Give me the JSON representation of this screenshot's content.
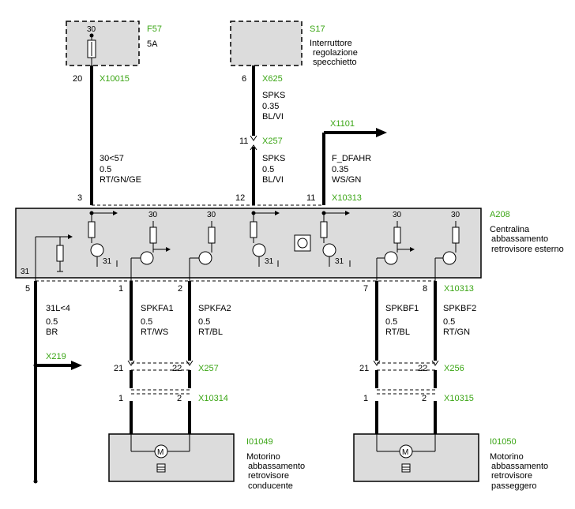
{
  "fuse": {
    "id": "F57",
    "rating": "5A",
    "terminal": "30",
    "pin": "20",
    "connector": "X10015"
  },
  "switch": {
    "id": "S17",
    "desc_lines": [
      "Interruttore",
      "regolazione",
      "specchietto"
    ],
    "pin": "6",
    "connector": "X625"
  },
  "wire_fuse": {
    "signal": "30<57",
    "gauge": "0.5",
    "color": "RT/GN/GE"
  },
  "wire_spks_top": {
    "signal": "SPKS",
    "gauge": "0.35",
    "color": "BL/VI"
  },
  "x257_upper": {
    "pin": "11",
    "connector": "X257"
  },
  "wire_spks_bottom": {
    "signal": "SPKS",
    "gauge": "0.5",
    "color": "BL/VI"
  },
  "x1101": {
    "connector": "X1101"
  },
  "wire_dfahr": {
    "signal": "F_DFAHR",
    "gauge": "0.35",
    "color": "WS/GN"
  },
  "module_pins_top": {
    "p3": "3",
    "p12": "12",
    "p11": "11",
    "connector": "X10313"
  },
  "module": {
    "id": "A208",
    "desc_lines": [
      "Centralina",
      "abbassamento",
      "retrovisore esterno"
    ],
    "t30": "30",
    "t31": "31"
  },
  "module_pins_bottom": {
    "p5": "5",
    "p1": "1",
    "p2": "2",
    "p7": "7",
    "p8": "8",
    "connector": "X10313"
  },
  "wire_ground": {
    "signal": "31L<4",
    "gauge": "0.5",
    "color": "BR"
  },
  "x219": {
    "connector": "X219"
  },
  "wire_spkfa1": {
    "signal": "SPKFA1",
    "gauge": "0.5",
    "color": "RT/WS"
  },
  "wire_spkfa2": {
    "signal": "SPKFA2",
    "gauge": "0.5",
    "color": "RT/BL"
  },
  "wire_spkbf1": {
    "signal": "SPKBF1",
    "gauge": "0.5",
    "color": "RT/BL"
  },
  "wire_spkbf2": {
    "signal": "SPKBF2",
    "gauge": "0.5",
    "color": "RT/GN"
  },
  "x257_lower": {
    "pin_a": "21",
    "pin_b": "22",
    "connector": "X257"
  },
  "x256": {
    "pin_a": "21",
    "pin_b": "22",
    "connector": "X256"
  },
  "x10314": {
    "pin_a": "1",
    "pin_b": "2",
    "connector": "X10314"
  },
  "x10315": {
    "pin_a": "1",
    "pin_b": "2",
    "connector": "X10315"
  },
  "motor_driver": {
    "id": "I01049",
    "desc_lines": [
      "Motorino",
      "abbassamento",
      "retrovisore",
      "conducente"
    ],
    "symbol": "M"
  },
  "motor_passenger": {
    "id": "I01050",
    "desc_lines": [
      "Motorino",
      "abbassamento",
      "retrovisore",
      "passeggero"
    ],
    "symbol": "M"
  },
  "colors": {
    "label_green": "#3aa514",
    "box_fill": "#dcdcdc",
    "wire": "#000000"
  }
}
